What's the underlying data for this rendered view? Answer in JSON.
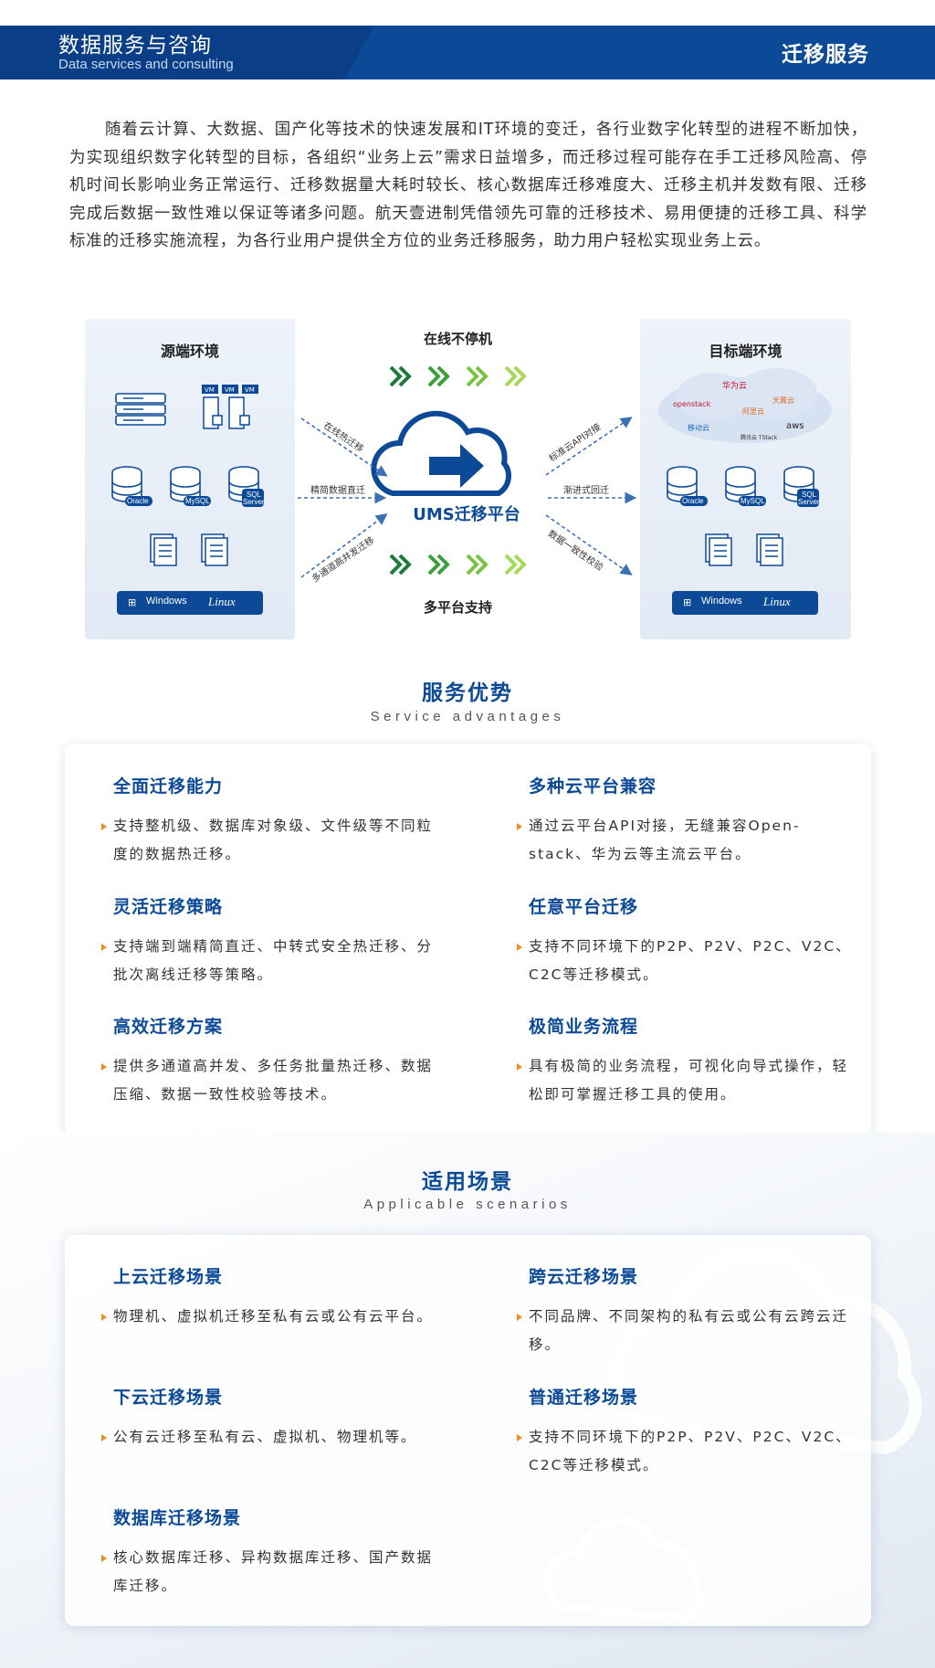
{
  "header": {
    "title": "数据服务与咨询",
    "subtitle": "Data services and consulting",
    "right_title": "迁移服务"
  },
  "intro": "随着云计算、大数据、国产化等技术的快速发展和IT环境的变迁，各行业数字化转型的进程不断加快，为实现组织数字化转型的目标，各组织“业务上云”需求日益增多，而迁移过程可能存在手工迁移风险高、停机时间长影响业务正常运行、迁移数据量大耗时较长、核心数据库迁移难度大、迁移主机并发数有限、迁移完成后数据一致性难以保证等诸多问题。航天壹进制凭借领先可靠的迁移技术、易用便捷的迁移工具、科学标准的迁移实施流程，为各行业用户提供全方位的业务迁移服务，助力用户轻松实现业务上云。",
  "diagram": {
    "source_title": "源端环境",
    "target_title": "目标端环境",
    "top_label": "在线不停机",
    "bottom_label": "多平台支持",
    "platform": "UMS迁移平台",
    "left_arrows": [
      "在线热迁移",
      "精简数据直迁",
      "多通道高并发迁移"
    ],
    "right_arrows": [
      "标准云API对接",
      "渐进式回迁",
      "数据一致性校验"
    ],
    "vm_labels": [
      "VM",
      "VM",
      "VM"
    ],
    "db_labels": [
      "Oracle",
      "MySQL",
      "SQL Server"
    ],
    "os": [
      "Windows",
      "Linux"
    ],
    "clouds": [
      "华为云",
      "openstack",
      "天翼云 e Cloud",
      "阿里云",
      "移动云",
      "aws",
      "腾讯云 TStack"
    ]
  },
  "advantages": {
    "title": "服务优势",
    "subtitle": "Service advantages",
    "items": [
      {
        "title": "全面迁移能力",
        "text": "支持整机级、数据库对象级、文件级等不同粒度的数据热迁移。"
      },
      {
        "title": "多种云平台兼容",
        "text": "通过云平台API对接，无缝兼容Open-stack、华为云等主流云平台。"
      },
      {
        "title": "灵活迁移策略",
        "text": "支持端到端精简直迁、中转式安全热迁移、分批次离线迁移等策略。"
      },
      {
        "title": "任意平台迁移",
        "text": "支持不同环境下的P2P、P2V、P2C、V2C、C2C等迁移模式。"
      },
      {
        "title": "高效迁移方案",
        "text": "提供多通道高并发、多任务批量热迁移、数据压缩、数据一致性校验等技术。"
      },
      {
        "title": "极简业务流程",
        "text": "具有极简的业务流程，可视化向导式操作，轻松即可掌握迁移工具的使用。"
      }
    ]
  },
  "scenarios": {
    "title": "适用场景",
    "subtitle": "Applicable scenarios",
    "items": [
      {
        "title": "上云迁移场景",
        "text": "物理机、虚拟机迁移至私有云或公有云平台。"
      },
      {
        "title": "跨云迁移场景",
        "text": "不同品牌、不同架构的私有云或公有云跨云迁移。"
      },
      {
        "title": "下云迁移场景",
        "text": "公有云迁移至私有云、虚拟机、物理机等。"
      },
      {
        "title": "普通迁移场景",
        "text": "支持不同环境下的P2P、P2V、P2C、V2C、C2C等迁移模式。"
      },
      {
        "title": "数据库迁移场景",
        "text": "核心数据库迁移、异构数据库迁移、国产数据库迁移。"
      }
    ]
  },
  "colors": {
    "brand_blue": "#0c4a98",
    "accent_orange": "#f08a24",
    "chevron_green": "#3aa03a"
  }
}
